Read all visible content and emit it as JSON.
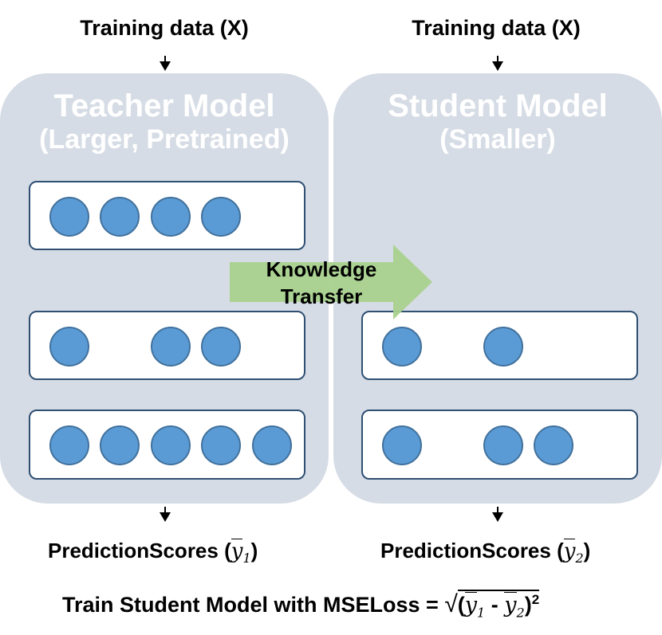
{
  "teacher": {
    "input_label": "Training data (X)",
    "title": "Teacher Model",
    "subtitle": "(Larger, Pretrained)",
    "output_label": "PredictionScores",
    "output_var": "y",
    "output_sub": "1"
  },
  "student": {
    "input_label": "Training data (X)",
    "title": "Student Model",
    "subtitle": "(Smaller)",
    "output_label": "PredictionScores",
    "output_var": "y",
    "output_sub": "2"
  },
  "transfer": {
    "line1": "Knowledge",
    "line2": "Transfer"
  },
  "formula": {
    "text": "Train Student Model with MSELoss =",
    "op": "-",
    "exp": "2"
  },
  "colors": {
    "panel": "#d6dce5",
    "node_fill": "#5b9bd5",
    "node_stroke": "#41719c",
    "layer_border": "#2f4f73",
    "arrow": "#a9d18e"
  }
}
